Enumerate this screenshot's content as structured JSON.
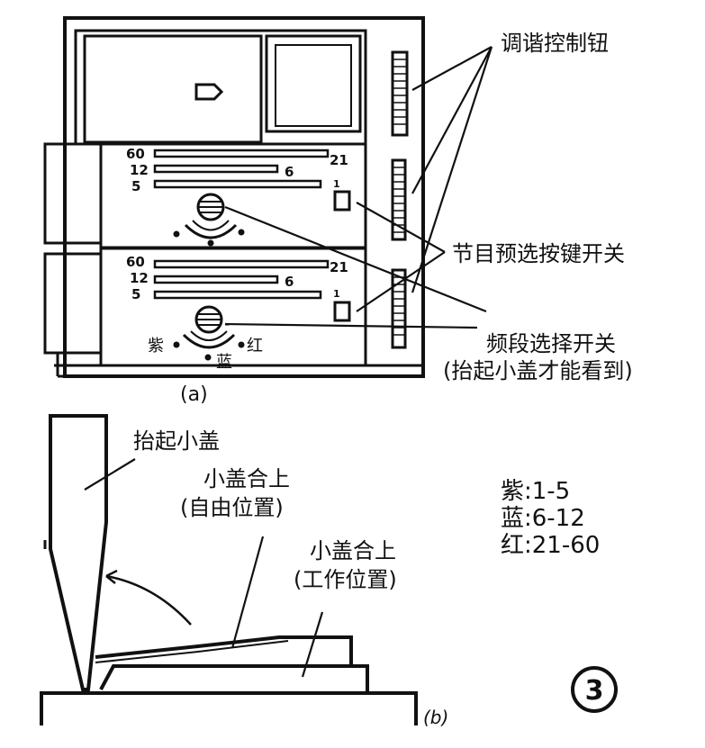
{
  "figure": {
    "a": {
      "caption": "(a)",
      "tuning_knob_label": "调谐控制钮",
      "preset_switch_label": "节目预选按键开关",
      "band_switch_label": "频段选择开关",
      "band_switch_note": "(抬起小盖才能看到)",
      "upper_panel": {
        "scale_rows": [
          {
            "left": "60",
            "right": "21"
          },
          {
            "left": "12",
            "right": "6"
          },
          {
            "left": "5",
            "right": "1"
          }
        ]
      },
      "lower_panel": {
        "scale_rows": [
          {
            "left": "60",
            "right": "21"
          },
          {
            "left": "12",
            "right": "6"
          },
          {
            "left": "5",
            "right": "1"
          }
        ],
        "dial_labels": {
          "left": "紫",
          "right": "红",
          "bottom": "蓝"
        }
      }
    },
    "b": {
      "caption": "(b)",
      "lid_raised_label": "抬起小盖",
      "lid_closed_free_label": "小盖合上",
      "lid_closed_free_note": "(自由位置)",
      "lid_closed_work_label": "小盖合上",
      "lid_closed_work_note": "(工作位置)",
      "legend": [
        {
          "color": "紫",
          "range": ":1-5"
        },
        {
          "color": "蓝",
          "range": ":6-12"
        },
        {
          "color": "红",
          "range": ":21-60"
        }
      ]
    },
    "number": "3"
  }
}
